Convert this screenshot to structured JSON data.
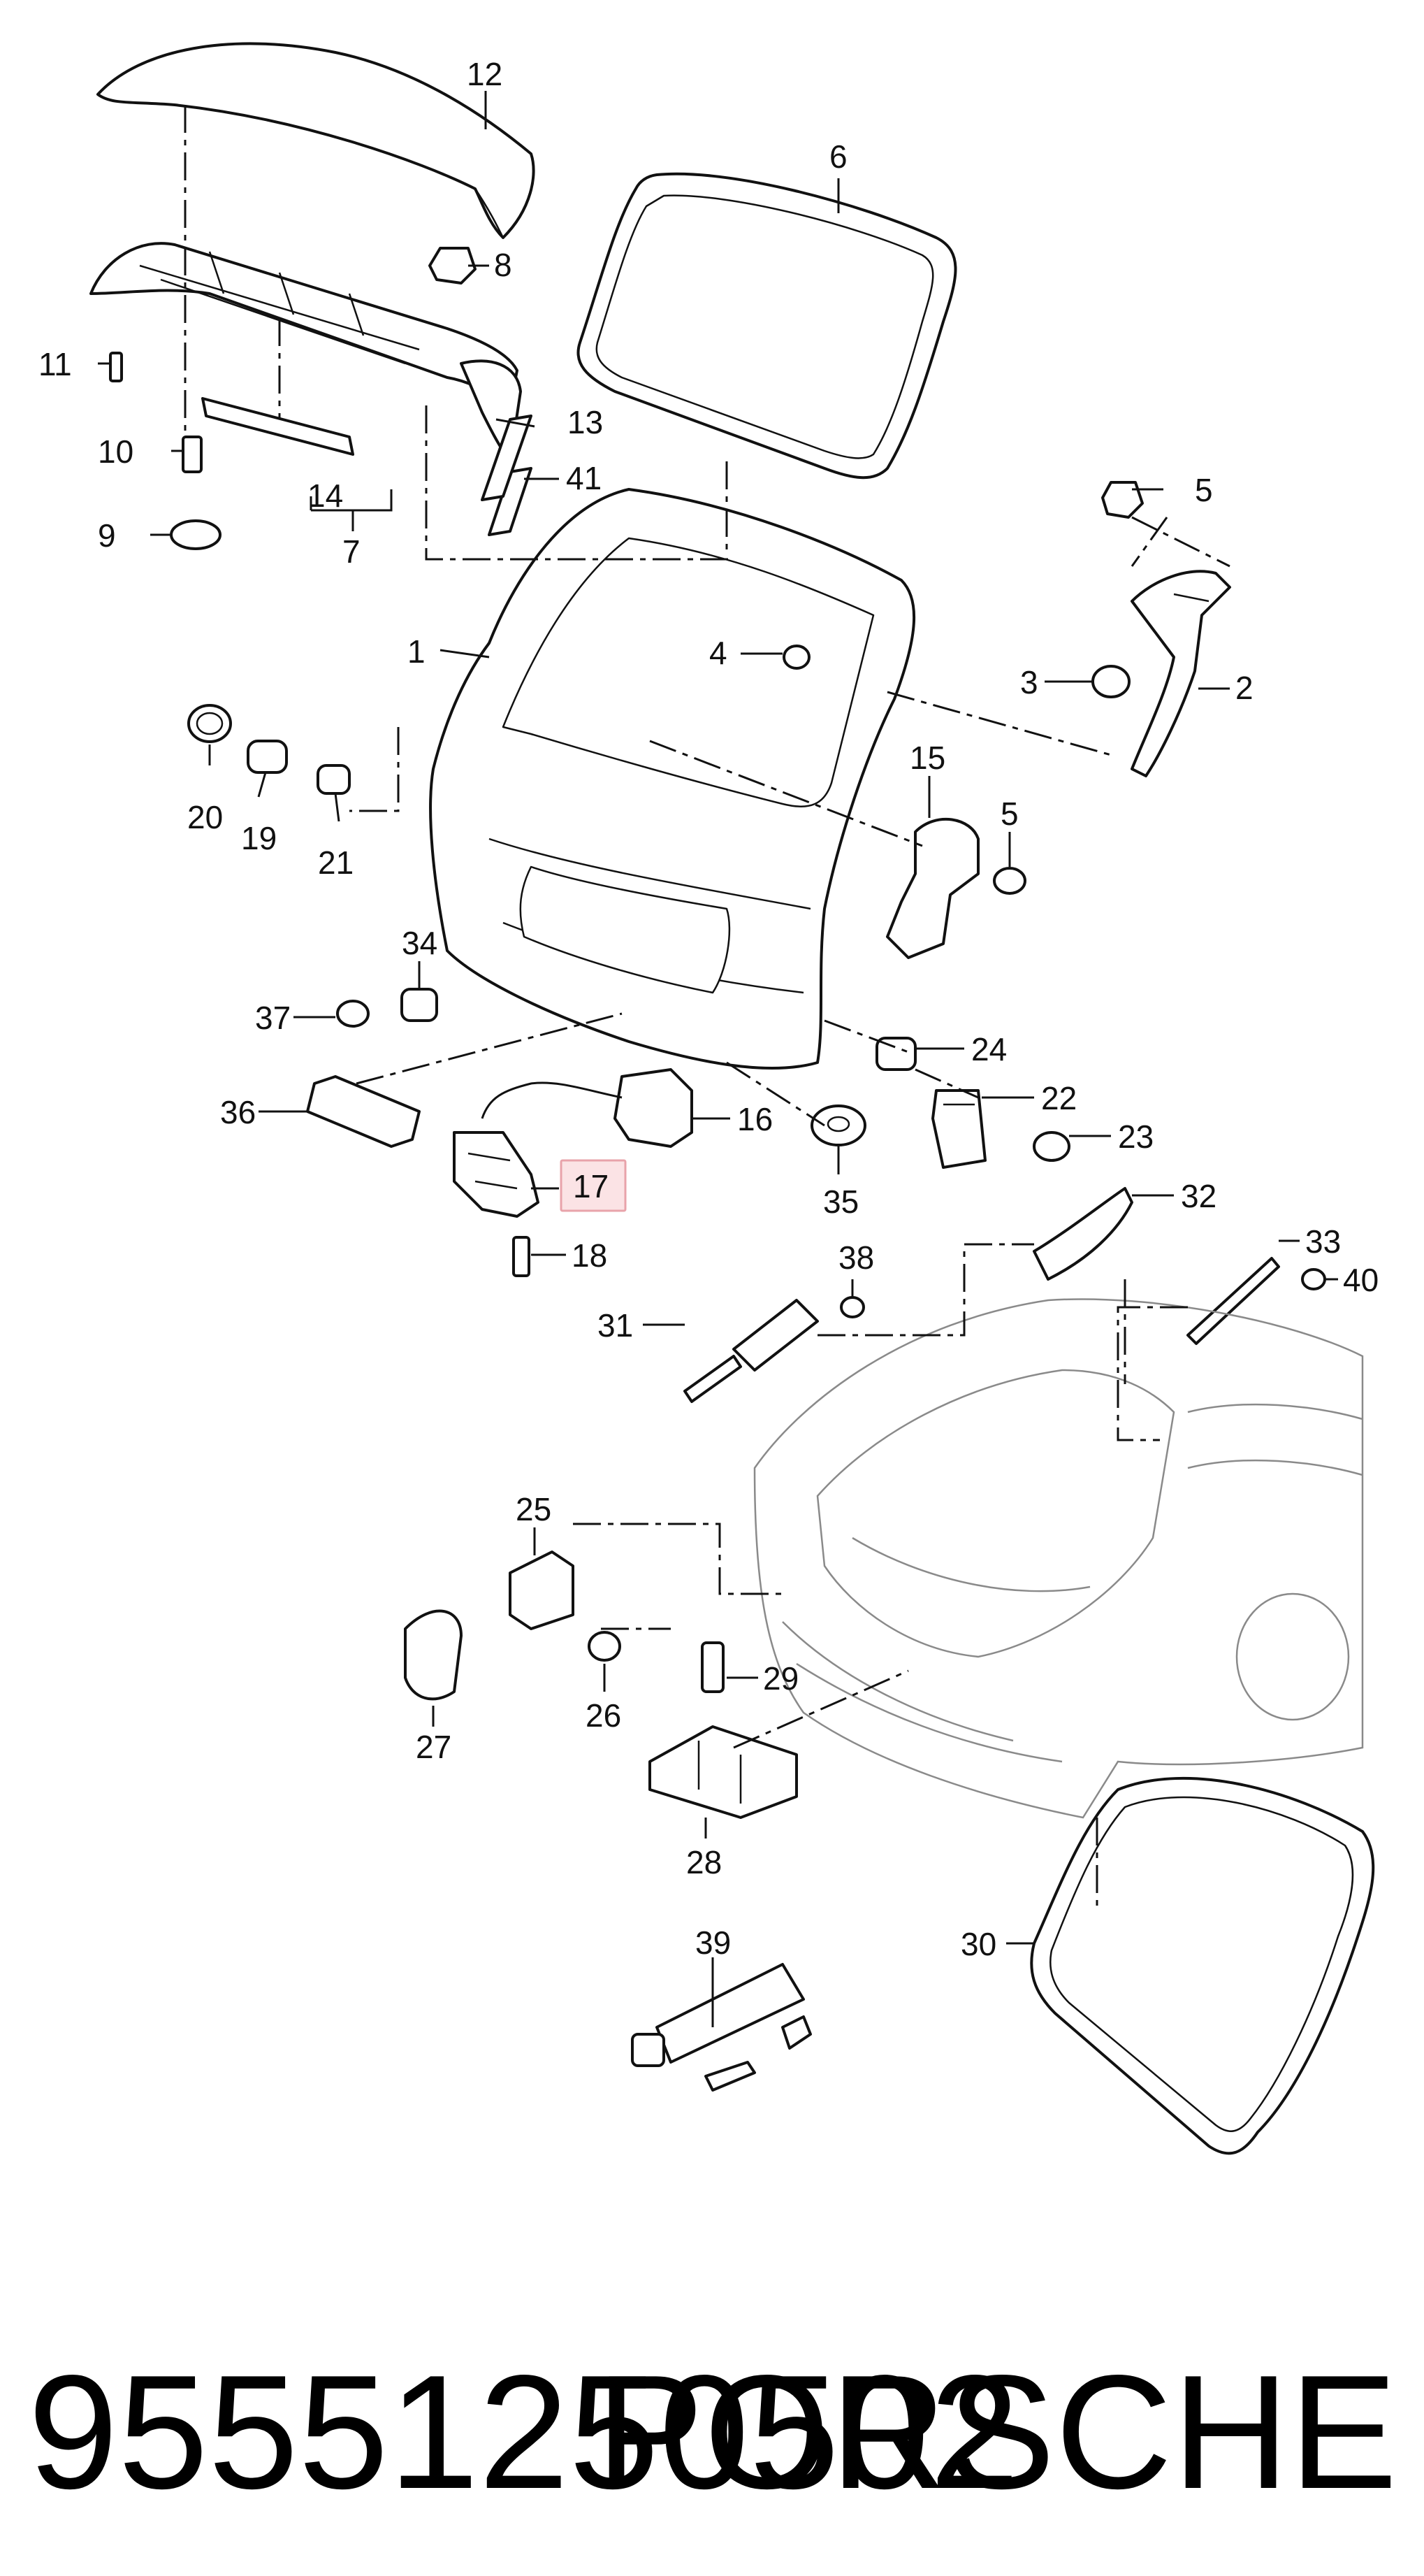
{
  "callouts": {
    "c1": "1",
    "c2": "2",
    "c3": "3",
    "c4": "4",
    "c5a": "5",
    "c5b": "5",
    "c6": "6",
    "c7": "7",
    "c8": "8",
    "c9": "9",
    "c10": "10",
    "c11": "11",
    "c12": "12",
    "c13": "13",
    "c14": "14",
    "c15": "15",
    "c16": "16",
    "c17": "17",
    "c18": "18",
    "c19": "19",
    "c20": "20",
    "c21": "21",
    "c22": "22",
    "c23": "23",
    "c24": "24",
    "c25": "25",
    "c26": "26",
    "c27": "27",
    "c28": "28",
    "c29": "29",
    "c30": "30",
    "c31": "31",
    "c32": "32",
    "c33": "33",
    "c34": "34",
    "c35": "35",
    "c36": "36",
    "c37": "37",
    "c38": "38",
    "c39": "39",
    "c40": "40",
    "c41": "41"
  },
  "highlight": {
    "callout": "17",
    "fill": "#fbe3e5",
    "stroke": "#e8a3aa"
  },
  "footer": {
    "part_number": "95551250502",
    "brand": "PORSCHE"
  }
}
